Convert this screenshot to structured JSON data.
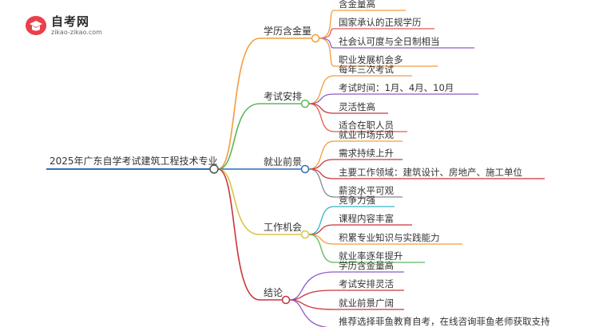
{
  "logo": {
    "title": "自考网",
    "url": "zikao-zikao.com",
    "icon": "graduation-cap-icon"
  },
  "root": {
    "label": "2025年广东自学考试建筑工程技术专业"
  },
  "branches": [
    {
      "label": "学历含金量",
      "color": "#f39c3c",
      "children": [
        "含金量高",
        "国家承认的正规学历",
        "社会认可度与全日制相当",
        "职业发展机会多"
      ]
    },
    {
      "label": "考试安排",
      "color": "#5cb85c",
      "children": [
        "每年三次考试",
        "考试时间：1月、4月、10月",
        "灵活性高",
        "适合在职人员"
      ]
    },
    {
      "label": "就业前景",
      "color": "#2c6fbe",
      "children": [
        "就业市场乐观",
        "需求持续上升",
        "主要工作领域：建筑设计、房地产、施工单位",
        "薪资水平可观"
      ]
    },
    {
      "label": "工作机会",
      "color": "#d8c64a",
      "children": [
        "竞争力强",
        "课程内容丰富",
        "积累专业知识与实践能力",
        "就业率逐年提升"
      ]
    },
    {
      "label": "结论",
      "color": "#c9353a",
      "children": [
        "学历含金量高",
        "考试安排灵活",
        "就业前景广阔",
        "推荐选择菲鱼教育自考，在线咨询菲鱼老师获取支持"
      ]
    }
  ],
  "leaf_colors": [
    [
      "#f39c3c",
      "#e8584f",
      "#8e5bc7",
      "#f39c3c"
    ],
    [
      "#f39c3c",
      "#8e5bc7",
      "#c9353a",
      "#e8584f"
    ],
    [
      "#f39c3c",
      "#c9353a",
      "#c9353a",
      "#888888"
    ],
    [
      "#38b6c9",
      "#c9353a",
      "#f39c3c",
      "#5cb85c"
    ],
    [
      "#8e5bc7",
      "#c9353a",
      "#c9353a",
      "#8e5bc7"
    ]
  ]
}
